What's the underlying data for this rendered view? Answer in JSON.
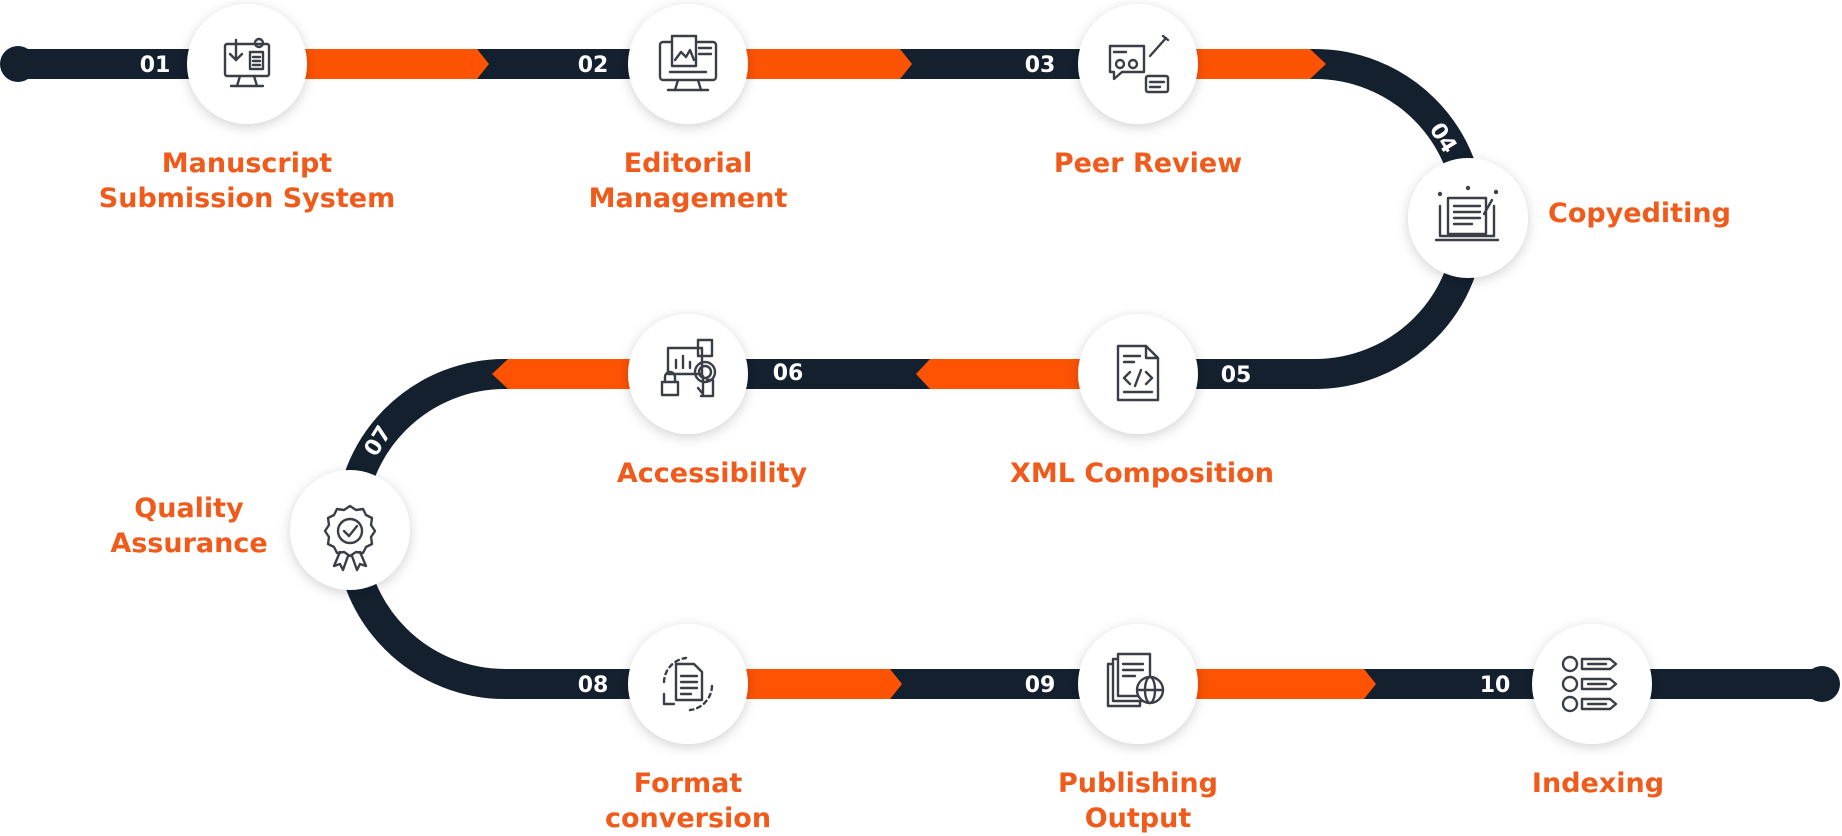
{
  "colors": {
    "track": "#14202e",
    "accent": "#fd5303",
    "label": "#f05a1a",
    "circle": "#ffffff",
    "icon": "#3a3f47"
  },
  "steps": [
    {
      "num": "01",
      "icon": "download-monitor-icon",
      "label": [
        "Manuscript",
        "Submission System"
      ]
    },
    {
      "num": "02",
      "icon": "editorial-monitor-icon",
      "label": [
        "Editorial",
        "Management"
      ]
    },
    {
      "num": "03",
      "icon": "review-chat-icon",
      "label": [
        "Peer Review"
      ]
    },
    {
      "num": "04",
      "icon": "copyedit-document-icon",
      "label": [
        "Copyediting"
      ]
    },
    {
      "num": "05",
      "icon": "xml-file-icon",
      "label": [
        "XML Composition"
      ]
    },
    {
      "num": "06",
      "icon": "accessibility-touch-icon",
      "label": [
        "Accessibility"
      ]
    },
    {
      "num": "07",
      "icon": "quality-badge-icon",
      "label": [
        "Quality",
        "Assurance"
      ]
    },
    {
      "num": "08",
      "icon": "format-cycle-icon",
      "label": [
        "Format",
        "conversion"
      ]
    },
    {
      "num": "09",
      "icon": "publishing-globe-icon",
      "label": [
        "Publishing",
        "Output"
      ]
    },
    {
      "num": "10",
      "icon": "indexing-list-icon",
      "label": [
        "Indexing"
      ]
    }
  ]
}
